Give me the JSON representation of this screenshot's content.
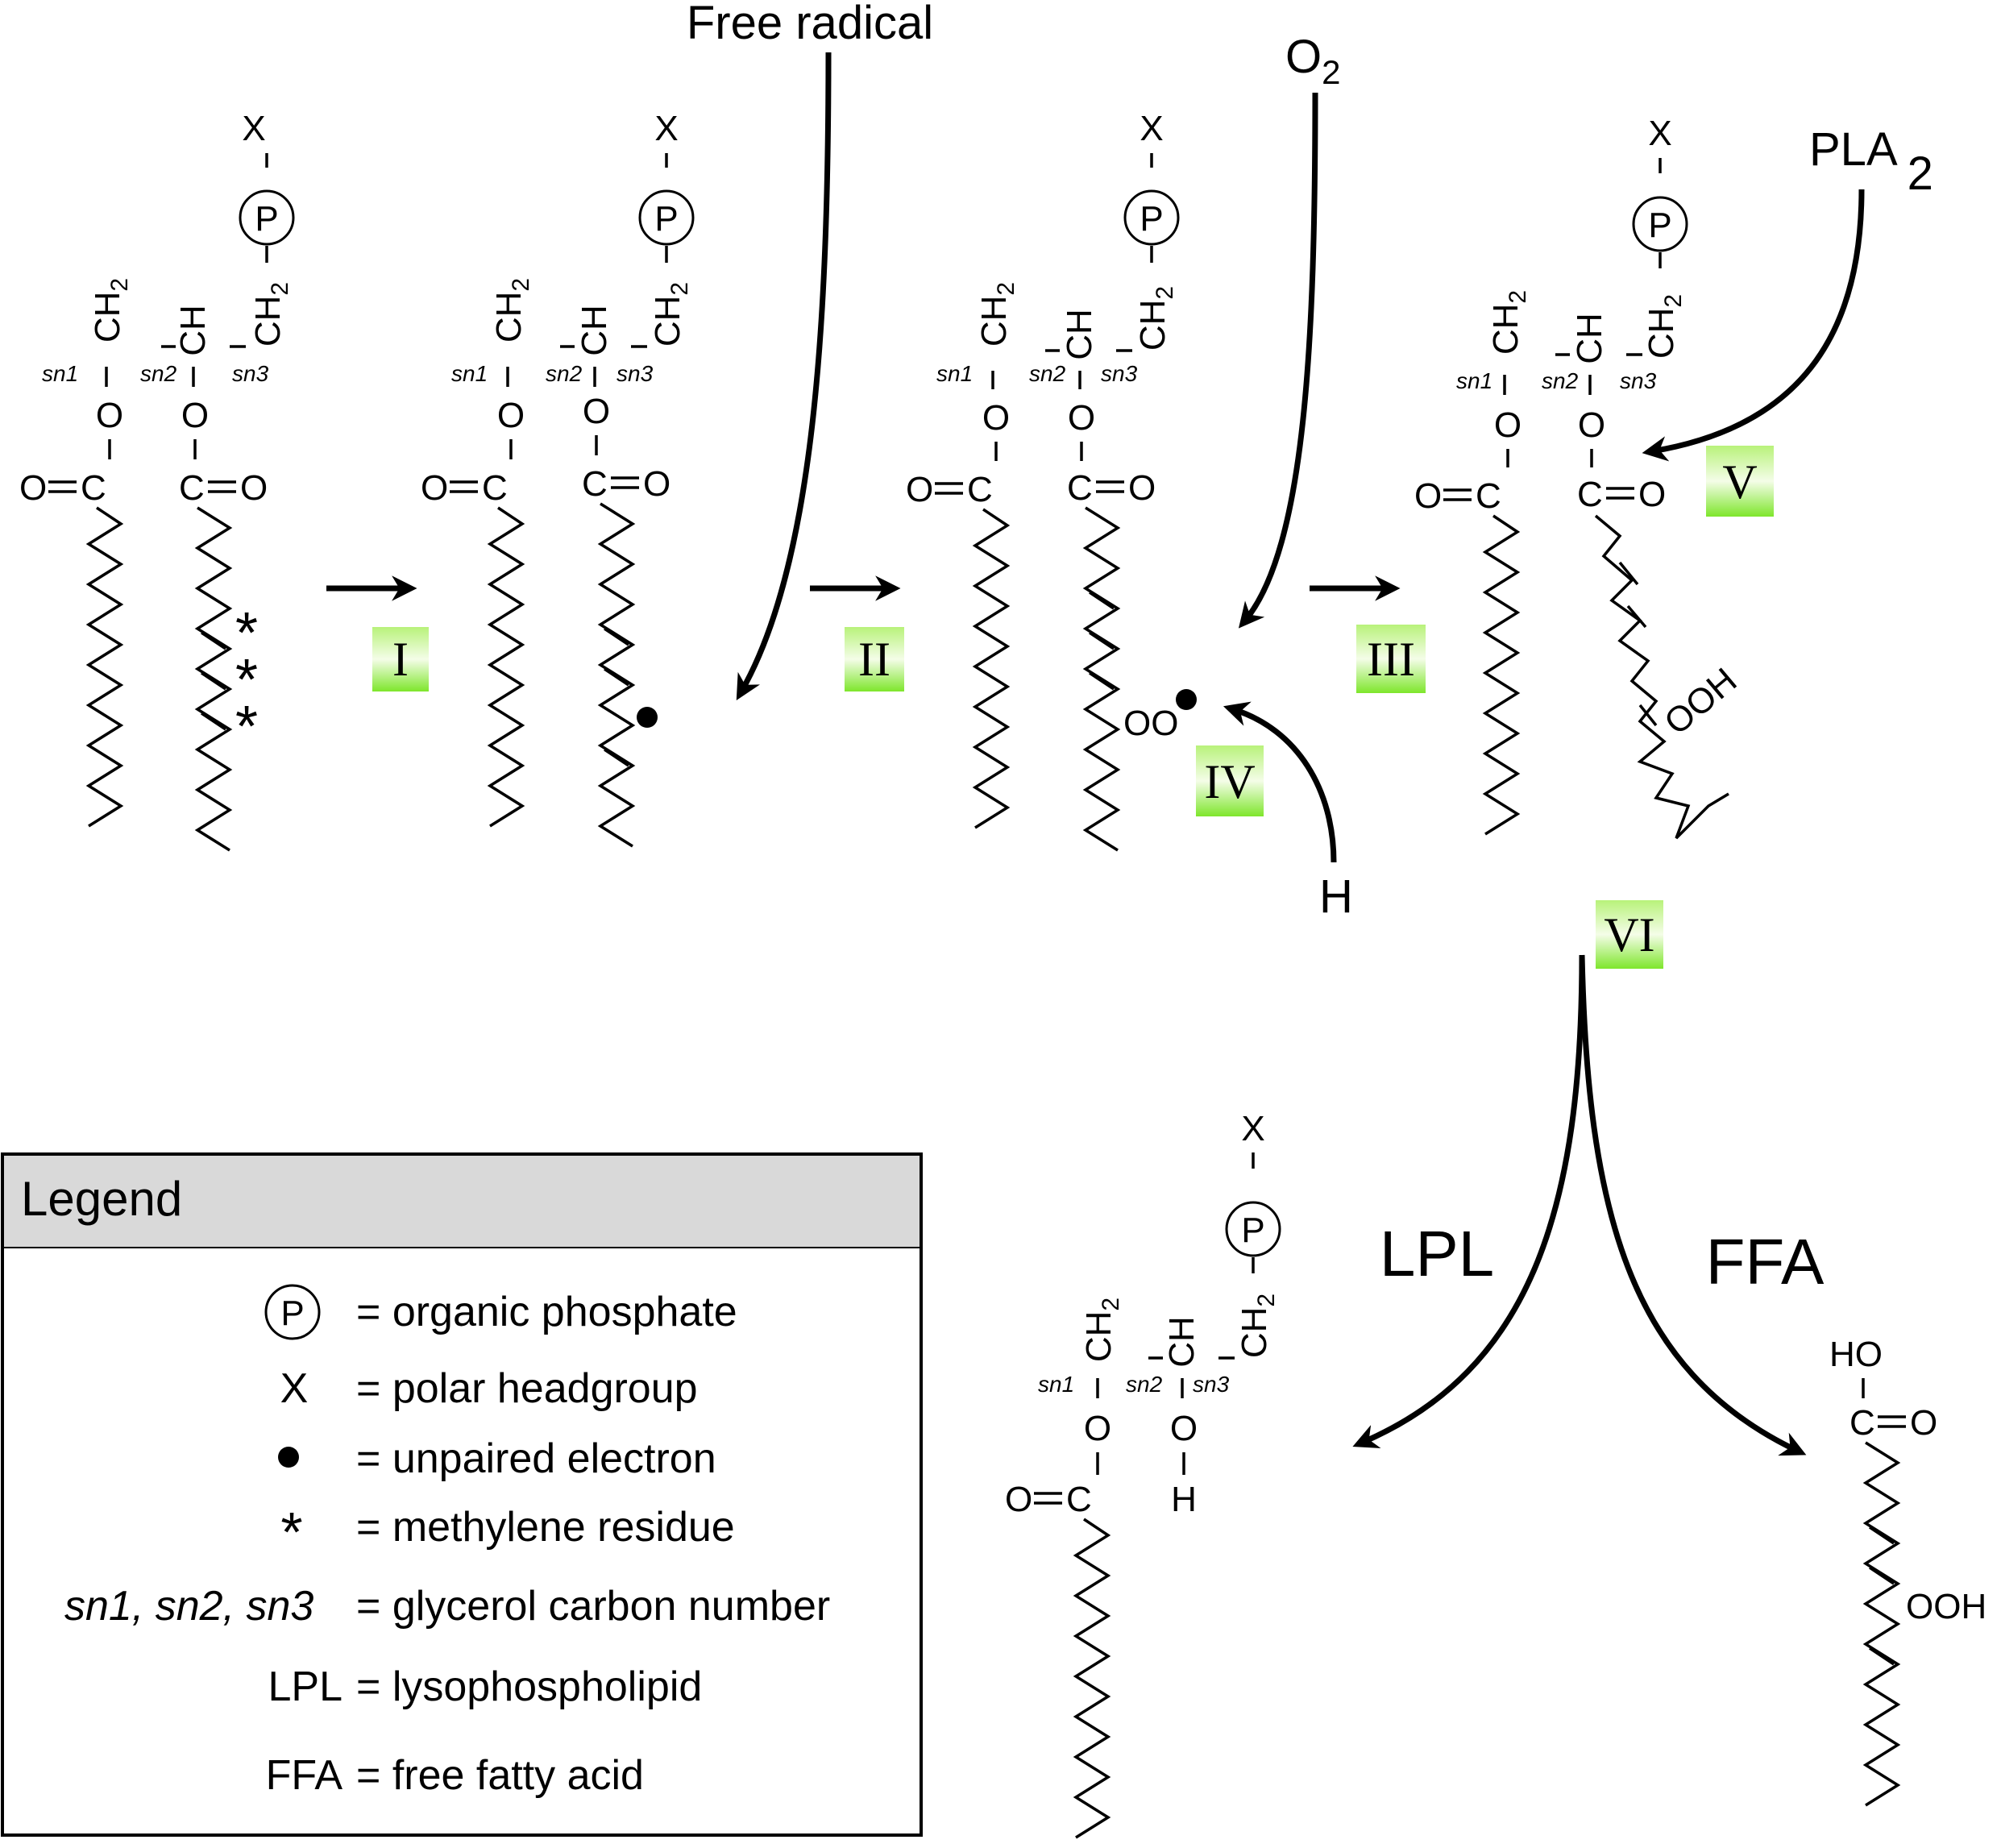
{
  "atoms": {
    "x": "X",
    "p": "P",
    "o": "O",
    "c": "C",
    "ch": "CH",
    "ch2": "CH",
    "sub2": "2",
    "ooh": "OOH",
    "oo": "OO",
    "h": "H",
    "ho": "HO"
  },
  "glycerol": {
    "sn1": "sn1",
    "sn2": "sn2",
    "sn3": "sn3"
  },
  "reagents": {
    "free_radical": "Free radical",
    "o2": "O",
    "o2_sub": "2",
    "pla2": "PLA",
    "pla2_sub": "2",
    "h": "H"
  },
  "steps": [
    "I",
    "II",
    "III",
    "IV",
    "V",
    "VI"
  ],
  "products": {
    "lpl": "LPL",
    "ffa": "FFA"
  },
  "legend": {
    "title": "Legend",
    "entries": [
      {
        "symbol": "P",
        "description": "= organic phosphate"
      },
      {
        "symbol": "X",
        "description": "= polar headgroup"
      },
      {
        "symbol": "●",
        "description": "= unpaired electron"
      },
      {
        "symbol": "*",
        "description": "= methylene residue"
      },
      {
        "symbol": "sn1, sn2, sn3",
        "description": "= glycerol carbon number"
      },
      {
        "symbol": "LPL",
        "description": "= lysophospholipid"
      },
      {
        "symbol": "FFA",
        "description": "= free fatty acid"
      }
    ]
  },
  "colors": {
    "step_label_bg": "#7ee62c",
    "legend_header_bg": "#d9d9d9"
  }
}
